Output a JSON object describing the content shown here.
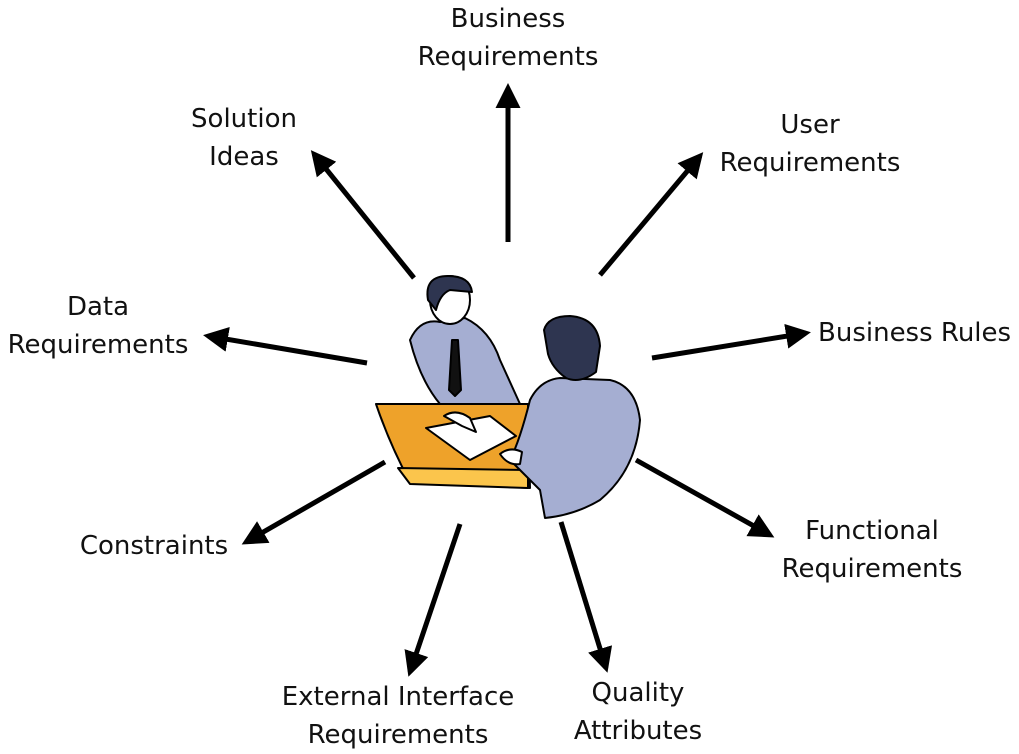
{
  "title": "Requirements elicitation categories",
  "center": {
    "illustration": "two people meeting at a desk"
  },
  "colors": {
    "arrow": "#000000",
    "suit": "#a5aed2",
    "hair": "#2e3550",
    "desk": "#eea22a",
    "desk_edge": "#fbc54c",
    "paper": "#ffffff"
  },
  "categories": [
    {
      "id": "business-requirements",
      "lines": [
        "Business",
        "Requirements"
      ]
    },
    {
      "id": "user-requirements",
      "lines": [
        "User",
        "Requirements"
      ]
    },
    {
      "id": "business-rules",
      "lines": [
        "Business Rules"
      ]
    },
    {
      "id": "functional-requirements",
      "lines": [
        "Functional",
        "Requirements"
      ]
    },
    {
      "id": "quality-attributes",
      "lines": [
        "Quality",
        "Attributes"
      ]
    },
    {
      "id": "external-interface-requirements",
      "lines": [
        "External Interface",
        "Requirements"
      ]
    },
    {
      "id": "constraints",
      "lines": [
        "Constraints"
      ]
    },
    {
      "id": "data-requirements",
      "lines": [
        "Data",
        "Requirements"
      ]
    },
    {
      "id": "solution-ideas",
      "lines": [
        "Solution",
        "Ideas"
      ]
    }
  ]
}
